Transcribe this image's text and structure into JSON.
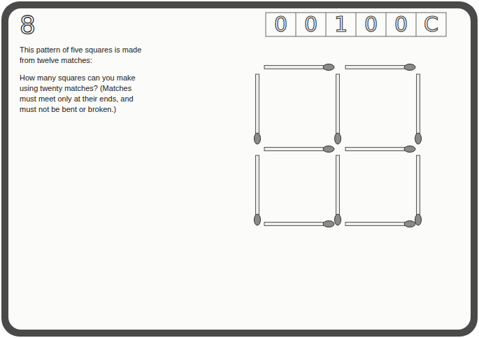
{
  "diagram": {
    "labels": [
      "8",
      "This pattern of five squares is made from twelve matches:",
      "How many squares can you make using twenty matches? (Matches must meet only at their ends, and must not be bent or broken.)",
      "0",
      "0",
      "1",
      "0",
      "0",
      "C"
    ]
  }
}
